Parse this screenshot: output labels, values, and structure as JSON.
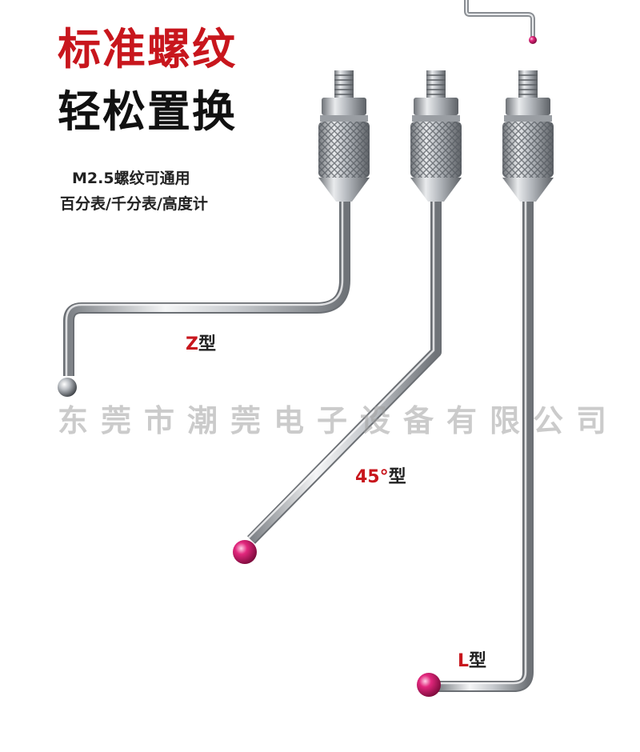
{
  "headline": {
    "line1": "标准螺纹",
    "line2": "轻松置换"
  },
  "spec": {
    "line1": "M2.5螺纹可通用",
    "line2": "百分表/千分表/高度计"
  },
  "types": {
    "z": {
      "code": "Z",
      "suffix": "型"
    },
    "deg45": {
      "code": "45°",
      "suffix": "型"
    },
    "l": {
      "code": "L",
      "suffix": "型"
    }
  },
  "watermark": "东莞市潮莞电子设备有限公司",
  "colors": {
    "accent": "#c8161d",
    "ruby": "#d0176a",
    "steel": "#b8bcc1",
    "text": "#111111"
  }
}
